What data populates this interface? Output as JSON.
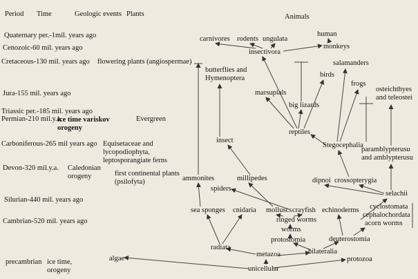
{
  "header": {
    "period": "Period",
    "time": "Time",
    "geologic_events": "Geologic events",
    "plants": "Plants",
    "animals": "Animals"
  },
  "eras": {
    "quaternary": "Quaternary per.-1mil. years ago",
    "cenozoic": "Cenozoic-60 mil. years ago",
    "cretaceous": "Cretaceous-130 mil. years ago",
    "jura": "Jura-155 mil. years ago",
    "triassic": "Triassic per.-185 mil. years ago",
    "permian": "Permian-210 mil.y.a.",
    "carboniferous": "Carboniferous-265 mil years ago",
    "devon": "Devon-320 mil.y.a.",
    "silurian": "Silurian-440 mil. years ago",
    "cambrian": "Cambrian-520 mil. years ago",
    "precambrian": "precambrian"
  },
  "geologic_events": {
    "variskov": "ice time variskov",
    "variskov_orogeny": "orogeny",
    "caledonian": "Caledonian\norogeny",
    "precambrian_ice": "ice time,\norogeny"
  },
  "plants": {
    "evergreen": "Evergreen",
    "flowering": "flowering plants (angiospermae)",
    "equisetaceae": "Equisetaceae and\nlycopodiophyta,\nleptosporangiate ferns",
    "first_continental": "first continental plants\n(psilofyta)",
    "algae": "algae"
  },
  "animals": {
    "human": "human",
    "monkeys": "monkeys",
    "carnivores": "carnivores",
    "rodents": "rodents",
    "ungulata": "ungulata",
    "insectivora": "insectivora",
    "butterflies": "butterflies and\nHymenoptera",
    "marsupials": "marsupials",
    "birds": "birds",
    "salamanders": "salamanders",
    "big_lizards": "big lizards",
    "frogs": "frogs",
    "osteichthyes": "osteichthyes\nand teleostei",
    "reptiles": "reptiles",
    "stegocephalia": "Stegocephalia",
    "insect": "insect",
    "paramblypterusu": "paramblypterusu\nand amblypterusu",
    "ammonites": "ammonites",
    "millipedes": "millipedes",
    "dipnoi": "dipnoi",
    "crossopterygia": "crossopterygia",
    "spiders": "spiders",
    "selachii": "selachii",
    "sea_sponges": "sea sponges",
    "cnidaria": "cnidaria",
    "molluscs": "molluscs",
    "crayfish": "crayfish",
    "echinoderms": "echinoderms",
    "cyclostomata": "cyclostomata",
    "cephalochordata": "cephalochordata",
    "acorn_worms": "acorn worms",
    "ringed_worms": "ringed worms",
    "worms": "worms",
    "protostomia": "protostomia",
    "deuterostomia": "deuterostomia",
    "radiata": "radiata",
    "metazoa": "metazoa",
    "bilateralia": "bilateralia",
    "protozoa": "protozoa",
    "unicellular": "unicellular"
  },
  "colors": {
    "paper": "#efeae0",
    "ink": "#111111",
    "line": "#444444"
  }
}
